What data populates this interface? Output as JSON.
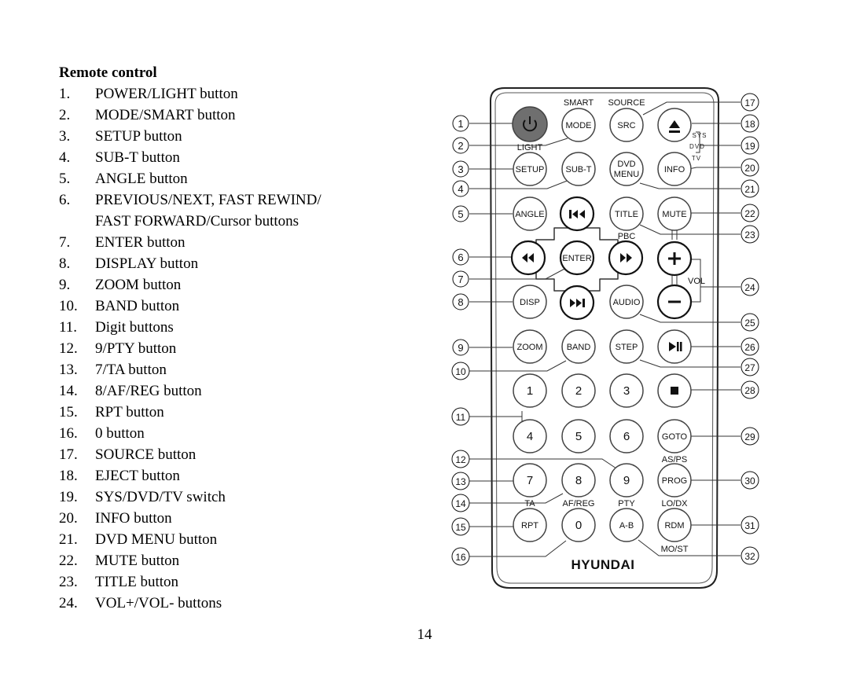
{
  "heading": "Remote control",
  "items": [
    {
      "num": "1.",
      "text": "POWER/LIGHT button"
    },
    {
      "num": "2.",
      "text": "MODE/SMART button"
    },
    {
      "num": "3.",
      "text": "SETUP button"
    },
    {
      "num": "4.",
      "text": "SUB-T button"
    },
    {
      "num": "5.",
      "text": "ANGLE button"
    },
    {
      "num": "6.",
      "text": "PREVIOUS/NEXT, FAST REWIND/"
    },
    {
      "num": "",
      "text": "FAST FORWARD/Cursor buttons"
    },
    {
      "num": "7.",
      "text": "ENTER button"
    },
    {
      "num": "8.",
      "text": "DISPLAY button"
    },
    {
      "num": "9.",
      "text": "ZOOM button"
    },
    {
      "num": "10.",
      "text": "BAND button"
    },
    {
      "num": "11.",
      "text": "Digit buttons"
    },
    {
      "num": "12.",
      "text": "9/PTY button"
    },
    {
      "num": "13.",
      "text": "7/TA button"
    },
    {
      "num": "14.",
      "text": "8/AF/REG button"
    },
    {
      "num": "15.",
      "text": "RPT button"
    },
    {
      "num": "16.",
      "text": "0 button"
    },
    {
      "num": "17.",
      "text": "SOURCE button"
    },
    {
      "num": "18.",
      "text": "EJECT button"
    },
    {
      "num": "19.",
      "text": "SYS/DVD/TV switch"
    },
    {
      "num": "20.",
      "text": "INFO button"
    },
    {
      "num": "21.",
      "text": "DVD MENU button"
    },
    {
      "num": "22.",
      "text": "MUTE button"
    },
    {
      "num": "23.",
      "text": "TITLE button"
    },
    {
      "num": "24.",
      "text": "VOL+/VOL- buttons"
    }
  ],
  "remote": {
    "brand": "HYUNDAI",
    "callouts_left": [
      "1",
      "2",
      "3",
      "4",
      "5",
      "6",
      "7",
      "8",
      "9",
      "10",
      "11",
      "12",
      "13",
      "14",
      "15",
      "16"
    ],
    "callouts_right": [
      "17",
      "18",
      "19",
      "20",
      "21",
      "22",
      "23",
      "24",
      "25",
      "26",
      "27",
      "28",
      "29",
      "30",
      "31",
      "32"
    ],
    "buttons": {
      "mode": "MODE",
      "src": "SRC",
      "setup": "SETUP",
      "subt": "SUB-T",
      "dvd_menu_line1": "DVD",
      "dvd_menu_line2": "MENU",
      "info": "INFO",
      "angle": "ANGLE",
      "title": "TITLE",
      "mute": "MUTE",
      "enter": "ENTER",
      "disp": "DISP",
      "audio": "AUDIO",
      "zoom": "ZOOM",
      "band": "BAND",
      "step": "STEP",
      "d1": "1",
      "d2": "2",
      "d3": "3",
      "d4": "4",
      "d5": "5",
      "d6": "6",
      "goto": "GOTO",
      "d7": "7",
      "d8": "8",
      "d9": "9",
      "prog": "PROG",
      "rpt": "RPT",
      "d0": "0",
      "ab": "A-B",
      "rdm": "RDM"
    },
    "labels": {
      "smart": "SMART",
      "source": "SOURCE",
      "light": "LIGHT",
      "sys": "SYS",
      "dvd": "DVD",
      "tv": "TV",
      "pbc": "PBC",
      "vol": "VOL",
      "asps": "AS/PS",
      "ta": "TA",
      "afreg": "AF/REG",
      "pty": "PTY",
      "lodx": "LO/DX",
      "most": "MO/ST"
    }
  },
  "page_number": "14"
}
